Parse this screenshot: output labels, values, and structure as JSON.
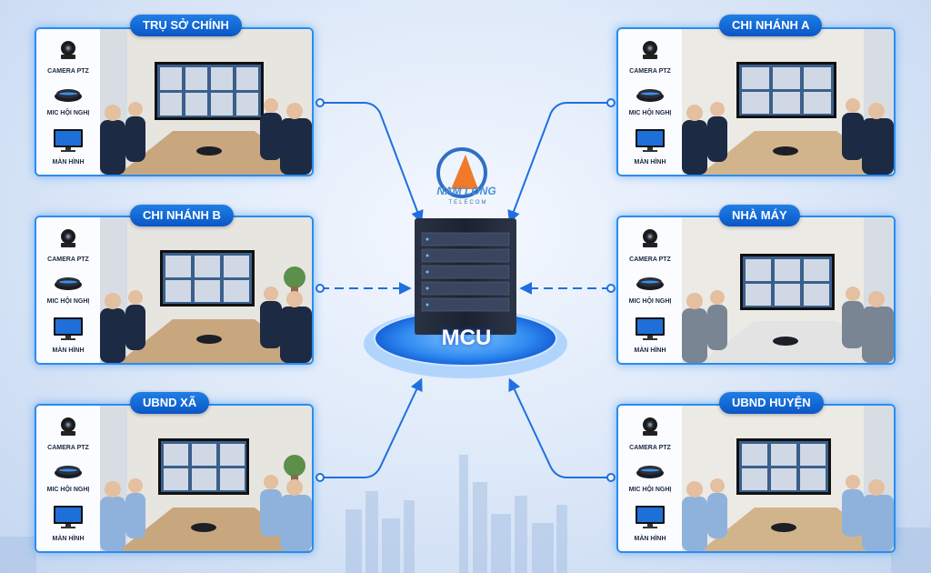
{
  "hub": {
    "label": "MCU",
    "logo_name": "NAM LONG",
    "logo_tagline": "TELECOM"
  },
  "equipment_labels": {
    "camera": "CAMERA PTZ",
    "mic": "MIC HỘI NGHỊ",
    "display": "MÀN HÌNH"
  },
  "sites": [
    {
      "id": "tru-so-chinh",
      "title": "TRỤ SỞ CHÍNH",
      "link": "solid"
    },
    {
      "id": "chi-nhanh-a",
      "title": "CHI NHÁNH A",
      "link": "solid"
    },
    {
      "id": "chi-nhanh-b",
      "title": "CHI NHÁNH B",
      "link": "dashed"
    },
    {
      "id": "nha-may",
      "title": "NHÀ MÁY",
      "link": "dashed"
    },
    {
      "id": "ubnd-xa",
      "title": "UBND XÃ",
      "link": "solid"
    },
    {
      "id": "ubnd-huyen",
      "title": "UBND HUYỆN",
      "link": "solid"
    }
  ],
  "colors": {
    "accent": "#1f7fe6",
    "accent_dark": "#0b56c6",
    "link": "#1f6fe0",
    "server": "#1c2433"
  }
}
